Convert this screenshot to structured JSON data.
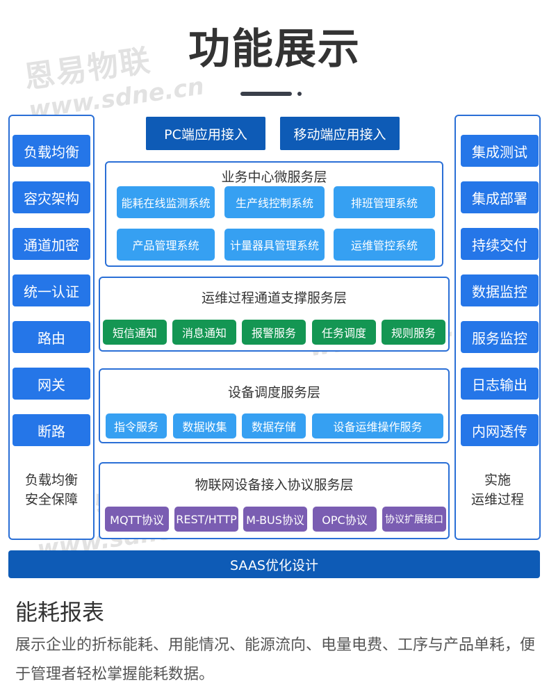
{
  "title": "功能展示",
  "watermark": {
    "cn": "恩易物联",
    "en": "www.sdne.cn"
  },
  "left_panel": {
    "items": [
      "负载均衡",
      "容灾架构",
      "通道加密",
      "统一认证",
      "路由",
      "网关",
      "断路"
    ],
    "footer": [
      "负载均衡",
      "安全保障"
    ]
  },
  "right_panel": {
    "items": [
      "集成测试",
      "集成部署",
      "持续交付",
      "数据监控",
      "服务监控",
      "日志输出",
      "内网透传"
    ],
    "footer": [
      "实施",
      "运维过程"
    ]
  },
  "top_buttons": [
    "PC端应用接入",
    "移动端应用接入"
  ],
  "layers": {
    "business": {
      "title": "业务中心微服务层",
      "items": [
        "能耗在线监测系统",
        "生产线控制系统",
        "排班管理系统",
        "产品管理系统",
        "计量器具管理系统",
        "运维管控系统"
      ]
    },
    "ops": {
      "title": "运维过程通道支撑服务层",
      "items": [
        "短信通知",
        "消息通知",
        "报警服务",
        "任务调度",
        "规则服务"
      ]
    },
    "device": {
      "title": "设备调度服务层",
      "items": [
        "指令服务",
        "数据收集",
        "数据存储",
        "设备运维操作服务"
      ]
    },
    "iot": {
      "title": "物联网设备接入协议服务层",
      "items": [
        "MQTT协议",
        "REST/HTTP",
        "M-BUS协议",
        "OPC协议",
        "协议扩展接口"
      ]
    }
  },
  "saas": "SAAS优化设计",
  "section": {
    "heading": "能耗报表",
    "description": "展示企业的折标能耗、用能情况、能源流向、电量电费、工序与产品单耗，便于管理者轻松掌握能耗数据。"
  },
  "colors": {
    "primary_dark": "#0e5bb6",
    "side_button": "#2576e8",
    "light_blue": "#36a0f2",
    "green": "#149653",
    "purple": "#7a5db2",
    "border": "#2a6fd6"
  }
}
